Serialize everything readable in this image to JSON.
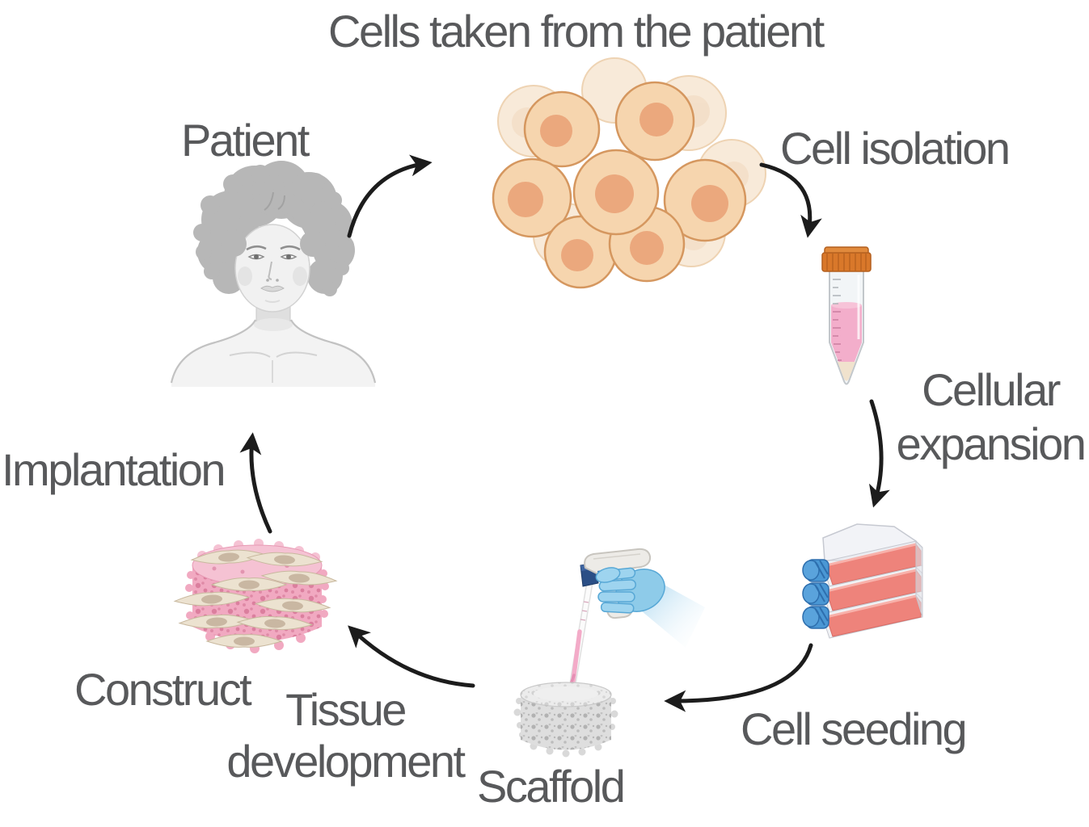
{
  "nodes": {
    "cells": {
      "label": "Cells taken from the patient"
    },
    "patient": {
      "label": "Patient"
    },
    "isolation": {
      "label": "Cell isolation"
    },
    "expansion": {
      "lines": [
        "Cellular",
        "expansion"
      ]
    },
    "seeding": {
      "label": "Cell seeding"
    },
    "scaffold": {
      "label": "Scaffold"
    },
    "development": {
      "lines": [
        "Tissue",
        "development"
      ]
    },
    "construct": {
      "label": "Construct"
    },
    "implantation": {
      "label": "Implantation"
    }
  },
  "illustrations": [
    "patient-illustration",
    "cell-cluster-illustration",
    "centrifuge-tube-icon",
    "culture-flasks-icon",
    "pipette-hand-icon",
    "scaffold-icon",
    "construct-icon"
  ],
  "arrows": [
    "arrow-patient-to-cells",
    "arrow-cells-to-tube",
    "arrow-tube-to-flasks",
    "arrow-flasks-to-scaffold",
    "arrow-scaffold-to-construct",
    "arrow-construct-to-patient"
  ],
  "colors": {
    "label_text": "#58595b",
    "arrow": "#1c1c1c",
    "cell_body": "#f6d5ae",
    "cell_outline": "#d5975f",
    "cell_nucleus": "#eba87d",
    "tube_cap_orange": "#d9782a",
    "tube_liquid_pink": "#f3aecb",
    "flask_media_red": "#ee837b",
    "flask_cap_blue": "#4a97d4",
    "glove_blue": "#8ecbe9",
    "scaffold_gray": "#dedede",
    "construct_pink": "#f1a9c1",
    "spindle_cell_cream": "#ece2d0"
  }
}
